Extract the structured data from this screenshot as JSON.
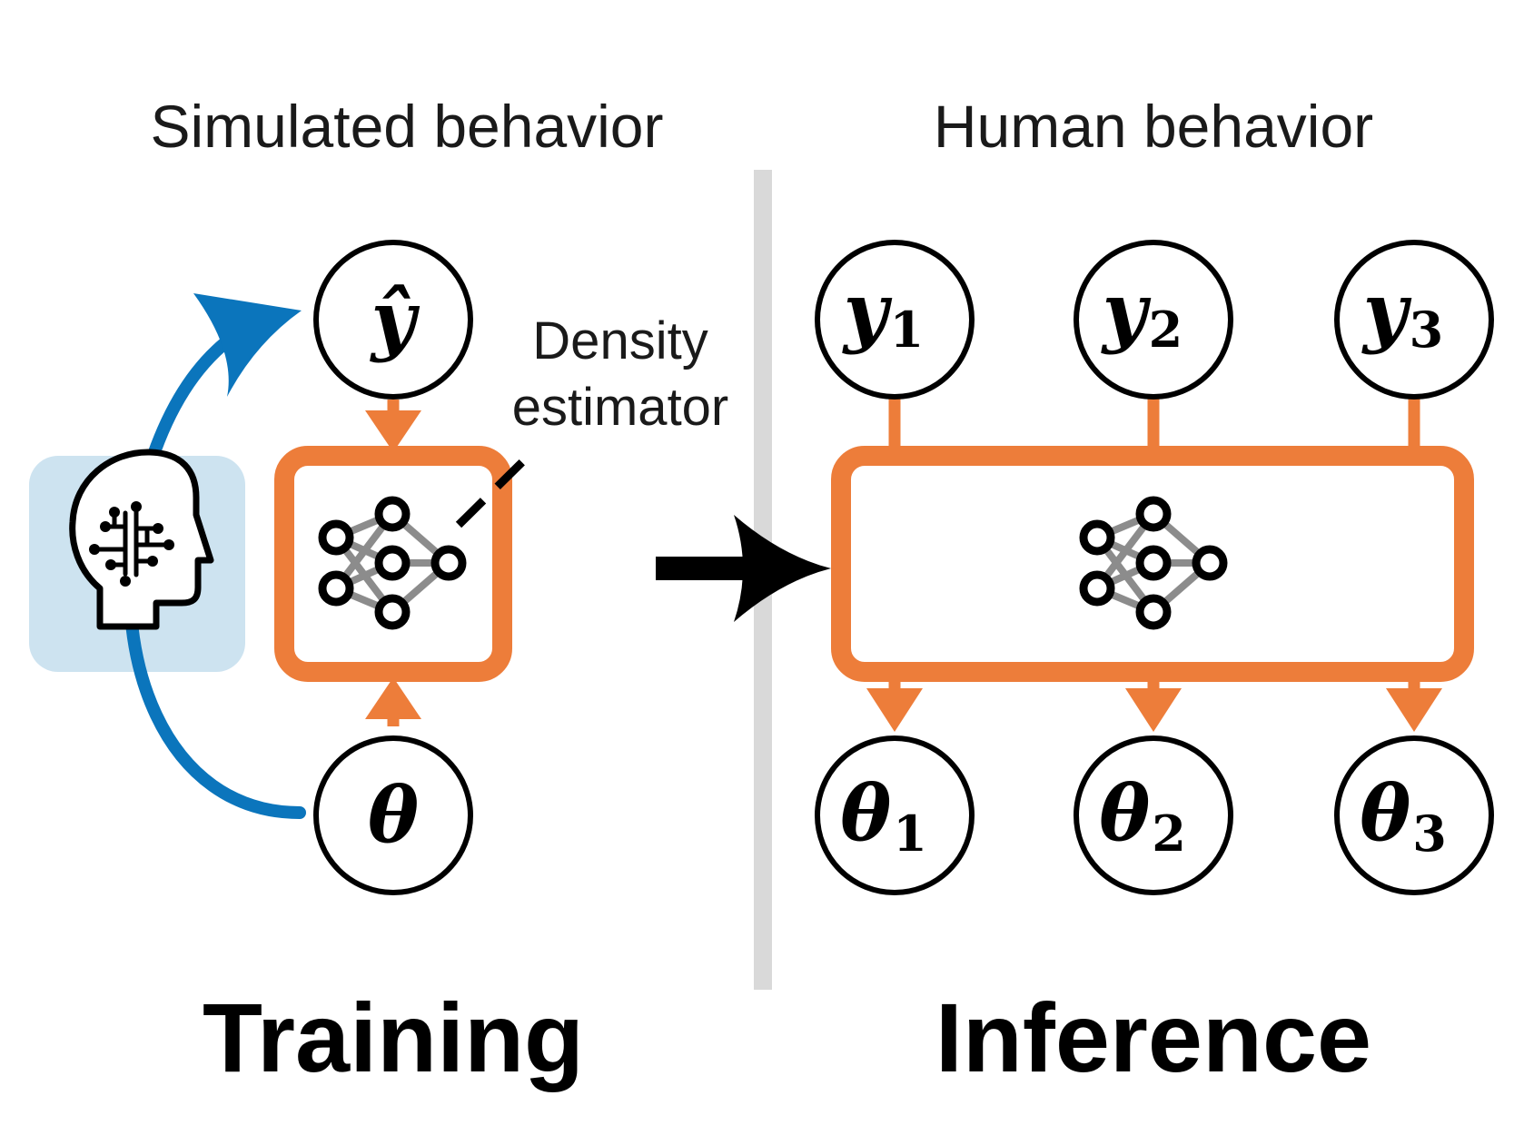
{
  "headers": {
    "left": "Simulated behavior",
    "right": "Human behavior"
  },
  "footers": {
    "left": "Training",
    "right": "Inference"
  },
  "annotation": {
    "line1": "Density",
    "line2": "estimator"
  },
  "training_nodes": {
    "top": {
      "base": "ŷ"
    },
    "bottom": {
      "base": "θ"
    }
  },
  "inference_top_nodes": [
    {
      "base": "y",
      "sub": "1"
    },
    {
      "base": "y",
      "sub": "2"
    },
    {
      "base": "y",
      "sub": "3"
    }
  ],
  "inference_bottom_nodes": [
    {
      "base": "θ",
      "sub": "1"
    },
    {
      "base": "θ",
      "sub": "2"
    },
    {
      "base": "θ",
      "sub": "3"
    }
  ],
  "icons": {
    "simulator": "brain-circuit-head-icon",
    "network": "neural-network-icon",
    "arrow": "right-arrow-icon"
  },
  "colors": {
    "accent_orange": "#ED7D3A",
    "arrow_blue": "#0B75BC",
    "panel_blue": "#CDE3F0",
    "divider_gray": "#D9D9D9"
  }
}
